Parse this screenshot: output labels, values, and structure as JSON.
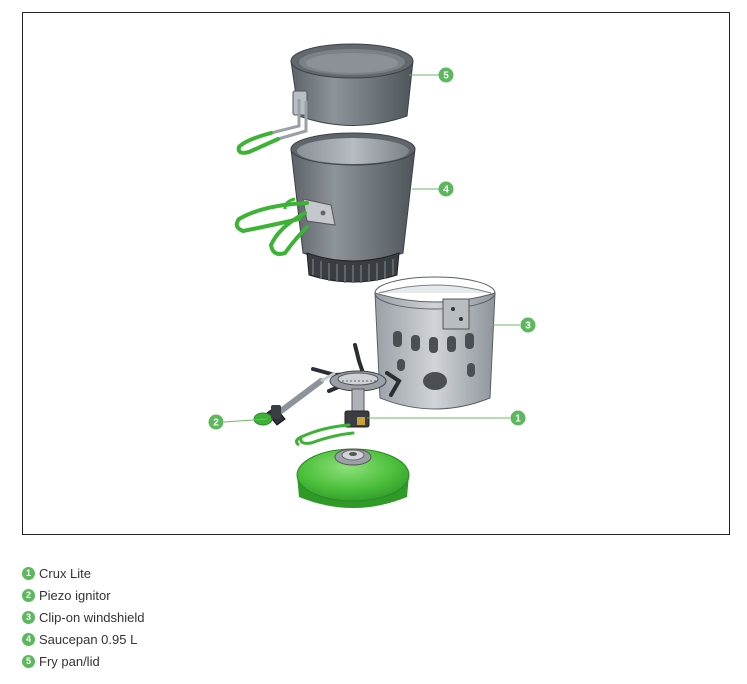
{
  "accent_color": "#5cb85c",
  "diagram": {
    "callouts": [
      {
        "number": "5",
        "part": "fry-pan-lid"
      },
      {
        "number": "4",
        "part": "saucepan"
      },
      {
        "number": "3",
        "part": "windshield"
      },
      {
        "number": "2",
        "part": "piezo-ignitor"
      },
      {
        "number": "1",
        "part": "stove"
      }
    ]
  },
  "legend": {
    "items": [
      {
        "number": "1",
        "label": "Crux Lite"
      },
      {
        "number": "2",
        "label": "Piezo ignitor"
      },
      {
        "number": "3",
        "label": "Clip-on windshield"
      },
      {
        "number": "4",
        "label": "Saucepan 0.95 L"
      },
      {
        "number": "5",
        "label": "Fry pan/lid"
      }
    ]
  }
}
